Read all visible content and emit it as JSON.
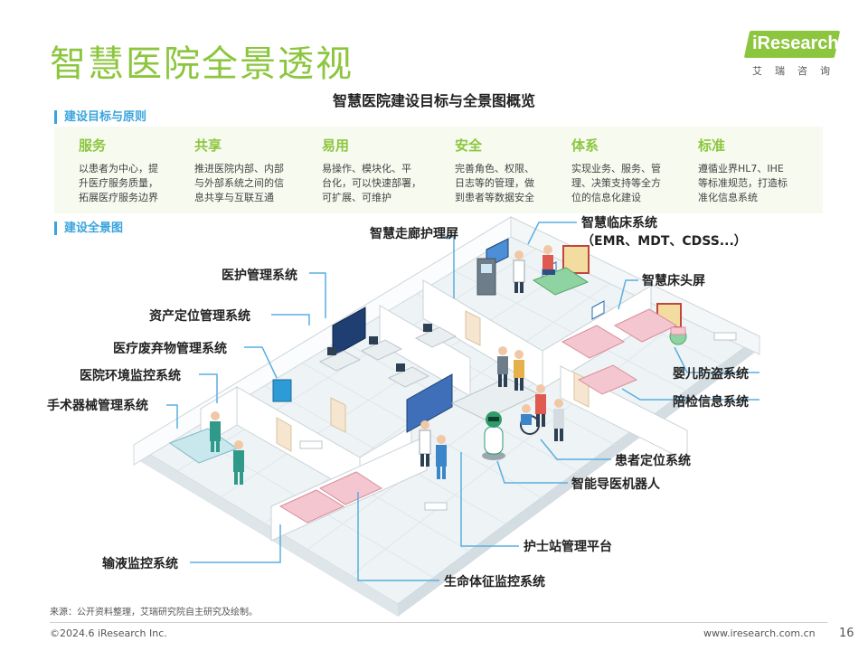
{
  "page": {
    "title": "智慧医院全景透视",
    "subtitle": "智慧医院建设目标与全景图概览"
  },
  "brand": {
    "logo_text": "iResearch",
    "logo_sub": "艾瑞咨询",
    "accent_color": "#8cc63e",
    "section_color": "#3aa4dd"
  },
  "sections": {
    "goals_label": "建设目标与原则",
    "panorama_label": "建设全景图"
  },
  "goals": [
    {
      "title": "服务",
      "desc_lines": [
        "以患者为中心，提",
        "升医疗服务质量，",
        "拓展医疗服务边界"
      ]
    },
    {
      "title": "共享",
      "desc_lines": [
        "推进医院内部、内部",
        "与外部系统之间的信",
        "息共享与互联互通"
      ]
    },
    {
      "title": "易用",
      "desc_lines": [
        "易操作、模块化、平",
        "台化，可以快速部署，",
        "可扩展、可维护"
      ]
    },
    {
      "title": "安全",
      "desc_lines": [
        "完善角色、权限、",
        "日志等的管理，做",
        "到患者等数据安全"
      ]
    },
    {
      "title": "体系",
      "desc_lines": [
        "实现业务、服务、管",
        "理、决策支持等全方",
        "位的信息化建设"
      ]
    },
    {
      "title": "标准",
      "desc_lines": [
        "遵循业界HL7、IHE",
        "等标准规范，打造标",
        "准化信息系统"
      ]
    }
  ],
  "callouts": {
    "corridor_screen": "智慧走廊护理屏",
    "clinical_system": "智慧临床系统",
    "clinical_system_sub": "（EMR、MDT、CDSS...）",
    "bedside_screen": "智慧床头屏",
    "care_management": "医护管理系统",
    "asset_location": "资产定位管理系统",
    "medical_waste": "医疗废弃物管理系统",
    "environment_monitor": "医院环境监控系统",
    "surgical_instruments": "手术器械管理系统",
    "infant_antitheft": "婴儿防盗系统",
    "escort_info": "陪检信息系统",
    "patient_location": "患者定位系统",
    "guide_robot": "智能导医机器人",
    "nurse_station": "护士站管理平台",
    "infusion_monitor": "输液监控系统",
    "vital_signs": "生命体征监控系统"
  },
  "footer": {
    "source": "来源：公开资料整理，艾瑞研究院自主研究及绘制。",
    "copyright": "©2024.6 iResearch Inc.",
    "website": "www.iresearch.com.cn",
    "page_number": "16"
  }
}
